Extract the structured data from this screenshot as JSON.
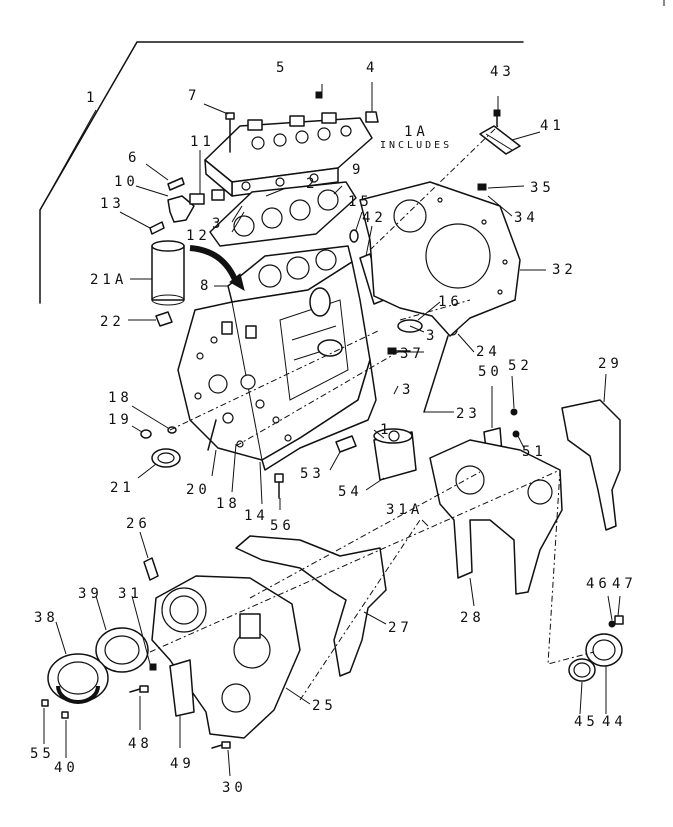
{
  "callouts": {
    "c1": "1",
    "c1A": "1A",
    "includes": "INCLUDES",
    "c4": "4",
    "c5": "5",
    "c7": "7",
    "c6": "6",
    "c10": "10",
    "c11": "11",
    "c13": "13",
    "c2": "2",
    "c9": "9",
    "c12": "12",
    "c3": "3",
    "c15": "15",
    "c42": "42",
    "c43": "43",
    "c41": "41",
    "c35": "35",
    "c34": "34",
    "c32": "32",
    "c21A": "21A",
    "c8": "8",
    "c22": "22",
    "c16": "16",
    "c3b": "3",
    "c24": "24",
    "c37": "37",
    "c3c": "3",
    "c23": "23",
    "c1b": "1",
    "c50": "50",
    "c52": "52",
    "c29": "29",
    "c51": "51",
    "c18a": "18",
    "c19": "19",
    "c21": "21",
    "c20": "20",
    "c18b": "18",
    "c14": "14",
    "c56": "56",
    "c53": "53",
    "c54": "54",
    "c31A": "31A",
    "c26": "26",
    "c27": "27",
    "c28": "28",
    "c38": "38",
    "c39": "39",
    "c31": "31",
    "c46": "46",
    "c47": "47",
    "c45": "45",
    "c44": "44",
    "c25": "25",
    "c48": "48",
    "c49": "49",
    "c30": "30",
    "c55": "55",
    "c40": "40"
  },
  "colors": {
    "ink": "#111111",
    "paper": "#ffffff"
  }
}
